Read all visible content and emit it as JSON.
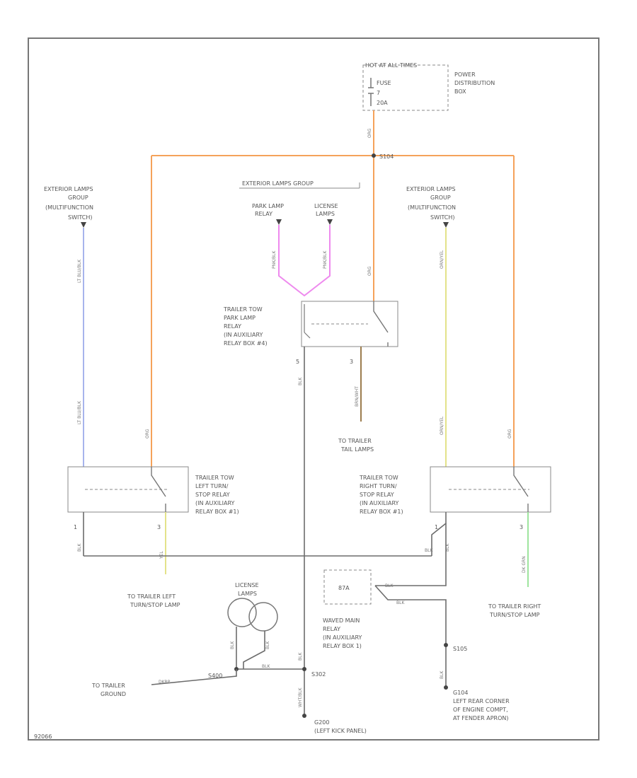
{
  "diagram_id": "92066",
  "fuse_box": {
    "header": "HOT AT ALL TIMES",
    "fuse_label": "FUSE",
    "fuse_number": "7",
    "fuse_amps": "20A",
    "pdb_label": [
      "POWER",
      "DISTRIBUTION",
      "BOX"
    ]
  },
  "splice_top": "S104",
  "ext_lamps_group_title": "EXTERIOR LAMPS GROUP",
  "left_sensor_label": [
    "EXTERIOR LAMPS",
    "GROUP",
    "(MULTIFUNCTION",
    "SWITCH)"
  ],
  "right_sensor_label": [
    "EXTERIOR LAMPS",
    "GROUP",
    "(MULTIFUNCTION",
    "SWITCH)"
  ],
  "park_lamp_relay_conn": [
    "PARK LAMP",
    "RELAY"
  ],
  "license_lamps_conn": [
    "LICENSE",
    "LAMPS"
  ],
  "park_relay_label": [
    "TRAILER TOW",
    "PARK LAMP",
    "RELAY",
    "(IN AUXILIARY",
    "RELAY BOX #4)"
  ],
  "tail_lamps_label": [
    "TO TRAILER",
    "TAIL LAMPS"
  ],
  "left_relay_label": [
    "TRAILER TOW",
    "LEFT TURN/",
    "STOP RELAY",
    "(IN AUXILIARY",
    "RELAY BOX #1)"
  ],
  "right_relay_label": [
    "TRAILER TOW",
    "RIGHT TURN/",
    "STOP RELAY",
    "(IN AUXILIARY",
    "RELAY BOX #1)"
  ],
  "left_turn_lamp_label": [
    "TO TRAILER LEFT",
    "TURN/STOP LAMP"
  ],
  "right_turn_lamp_label": [
    "TO TRAILER RIGHT",
    "TURN/STOP LAMP"
  ],
  "license_lamps_label": [
    "LICENSE",
    "LAMPS"
  ],
  "main_relay_box": "87A",
  "main_relay_label": [
    "WAVED MAIN",
    "RELAY",
    "(IN AUXILIARY",
    "RELAY BOX 1)"
  ],
  "trailer_ground_label": [
    "TO TRAILER",
    "GROUND"
  ],
  "ground_g200": [
    "G200",
    "(LEFT KICK PANEL)"
  ],
  "ground_g104": [
    "G104",
    "LEFT REAR CORNER",
    "OF ENGINE COMPT,",
    "AT FENDER APRON)"
  ],
  "splices": {
    "s400": "S400",
    "s302": "S302",
    "s105": "S105"
  },
  "pins": {
    "park_relay_5": "5",
    "park_relay_3": "3",
    "left_relay_1": "1",
    "left_relay_3": "3",
    "right_relay_1": "1",
    "right_relay_3": "3"
  },
  "wire_colors": {
    "fuse_out": "ORG",
    "left_org": "ORG",
    "right_org": "ORG",
    "park_org": "ORG",
    "left_blu": "LT BLU/BLK",
    "left_blu_lower": "LT BLU/BLK",
    "right_yel": "ORN/YEL",
    "right_yel_lower": "ORN/YEL",
    "left_yel": "YEL",
    "right_grn": "DK GRN",
    "pink_left": "PNK/BLK",
    "pink_right": "PNK/BLK",
    "park_blk": "BLK",
    "tail_brn": "BRN/WHT",
    "ground_blk_left": "BLK",
    "ground_blk_right": "BLK",
    "relay_blk": "BLK",
    "relay_blk2": "BLK",
    "lic_blk1": "BLK",
    "lic_blk2": "BLK",
    "gnd_blk": "BLK",
    "gnd_blk2": "BLK",
    "g200_blk": "WHT/BLK",
    "trailer_gnd": "DKRP",
    "g104_blk": "BLK",
    "bus_blk": "BLK"
  }
}
